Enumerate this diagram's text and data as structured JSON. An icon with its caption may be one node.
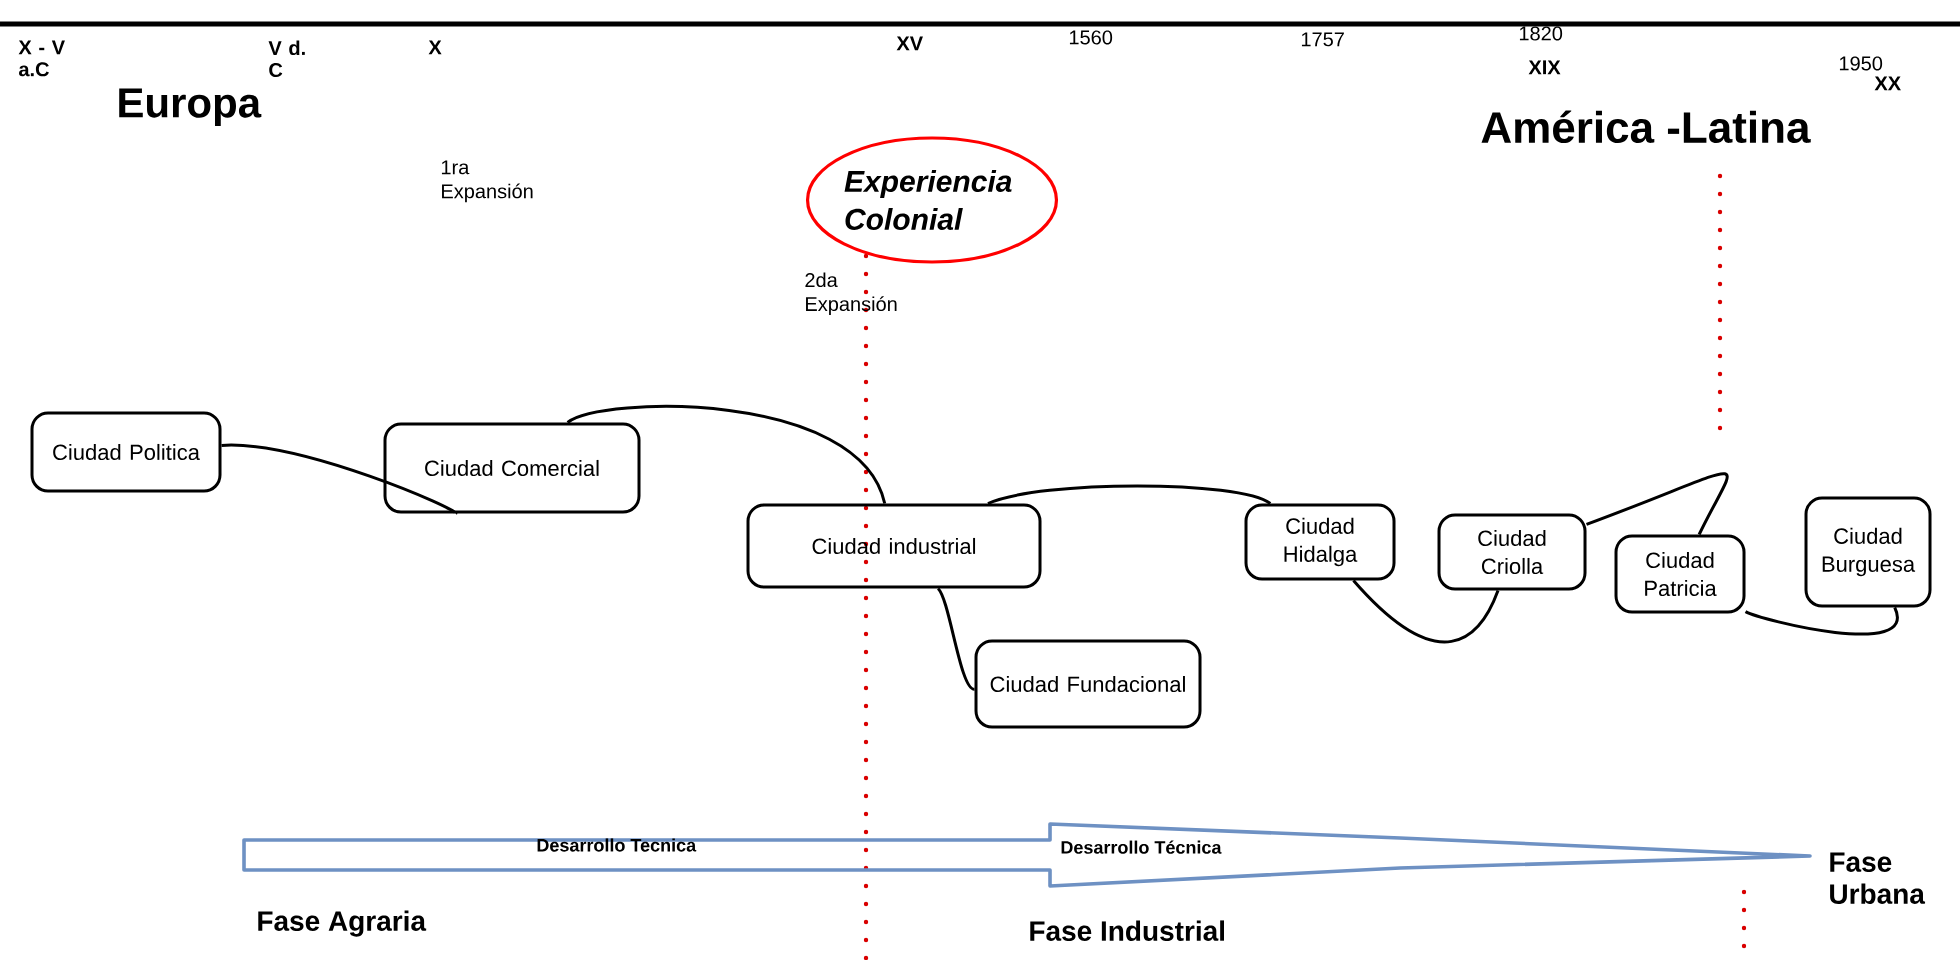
{
  "diagram": {
    "nodes": [
      {
        "text": [
          "Ciudad Politica"
        ]
      },
      {
        "text": [
          "Ciudad Comercial"
        ]
      },
      {
        "text": [
          "Ciudad industrial"
        ]
      },
      {
        "text": [
          "Ciudad Fundacional"
        ]
      },
      {
        "text": [
          "Ciudad Hidalga"
        ]
      },
      {
        "text": [
          "Ciudad Criolla"
        ]
      },
      {
        "text": [
          "Ciudad Patricia"
        ]
      },
      {
        "text": [
          "Ciudad Burguesa"
        ]
      },
      {
        "text": [
          "Experiencia Colonial"
        ]
      }
    ],
    "edges": [
      {
        "from": 0,
        "to": 1,
        "arrow": "none"
      },
      {
        "from": 1,
        "to": 2,
        "arrow": "none"
      },
      {
        "from": 2,
        "to": 3,
        "arrow": "none"
      },
      {
        "from": 2,
        "to": 4,
        "arrow": "none"
      },
      {
        "from": 4,
        "to": 5,
        "arrow": "none"
      },
      {
        "from": 5,
        "to": 6,
        "arrow": "none"
      },
      {
        "from": 6,
        "to": 7,
        "arrow": "none"
      }
    ],
    "labels": [
      "X - V a.C",
      "V d. C",
      "X",
      "XV",
      "1560",
      "1757",
      "1820",
      "XIX",
      "1950",
      "XX",
      "Europa",
      "América -Latina",
      "1ra Expansión",
      "2da Expansión",
      "Desarrollo Tecnica",
      "Desarrollo Técnica",
      "Fase Agraria",
      "Fase Industrial",
      "Fase Urbana"
    ]
  }
}
